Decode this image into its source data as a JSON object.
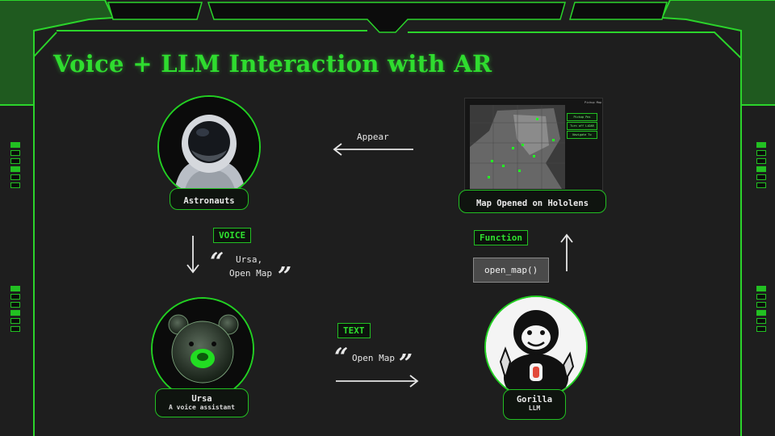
{
  "title": "Voice + LLM Interaction with AR",
  "nodes": {
    "astronaut": {
      "label": "Astronauts"
    },
    "map": {
      "label": "Map Opened on Hololens",
      "header": "Pickup Map",
      "buttons": [
        "Pickup Pos",
        "Turn off LiDAR",
        "Navigate To"
      ]
    },
    "ursa": {
      "label": "Ursa",
      "sublabel": "A voice assistant"
    },
    "gorilla": {
      "label": "Gorilla",
      "sublabel": "LLM"
    }
  },
  "edges": {
    "appear": {
      "label": "Appear"
    },
    "voice": {
      "tag": "VOICE",
      "line1": "Ursa,",
      "line2": "Open Map"
    },
    "text": {
      "tag": "TEXT",
      "quote": "Open Map"
    },
    "function": {
      "tag": "Function",
      "code": "open_map()"
    }
  },
  "colors": {
    "accent": "#22d022",
    "background": "#1e1e1e",
    "title": "#2fdc2f"
  }
}
